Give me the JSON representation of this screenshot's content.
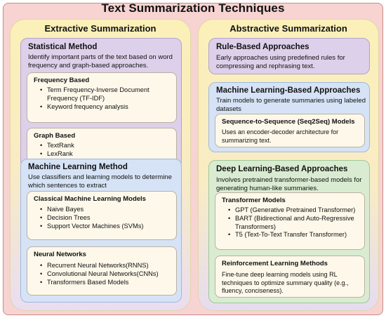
{
  "title": "Text Summarization Techniques",
  "extractive": {
    "title": "Extractive Summarization",
    "statistical": {
      "title": "Statistical Method",
      "desc": "Identify important parts of the text based on word frequency and graph-based approaches.",
      "frequency": {
        "title": "Frequency Based",
        "items": [
          "Term Frequency-Inverse Document Frequency (TF-IDF)",
          "Keyword frequency analysis"
        ]
      },
      "graph": {
        "title": "Graph Based",
        "items": [
          "TextRank",
          "LexRank"
        ]
      }
    },
    "ml": {
      "title": "Machine Learning Method",
      "desc": "Use classifiers and learning models to determine which sentences to extract",
      "classical": {
        "title": "Classical Machine Learning Models",
        "items": [
          "Naive Bayes",
          "Decision Trees",
          "Support Vector Machines (SVMs)"
        ]
      },
      "neural": {
        "title": "Neural Networks",
        "items": [
          "Recurrent Neural Networks(RNNS)",
          "Convolutional Neural Networks(CNNs)",
          "Transformers Based Models"
        ]
      }
    }
  },
  "abstractive": {
    "title": "Abstractive Summarization",
    "rule": {
      "title": "Rule-Based Approaches",
      "desc": "Early approaches using predefined rules for compressing and rephrasing text."
    },
    "ml": {
      "title": "Machine Learning-Based Approaches",
      "desc": "Train models to generate summaries using labeled datasets",
      "seq2seq": {
        "title": "Sequence-to-Sequence (Seq2Seq) Models",
        "desc": "Uses an encoder-decoder architecture for summarizing text."
      }
    },
    "dl": {
      "title": "Deep Learning-Based Approaches",
      "desc": "Involves pretrained transformer-based models for generating human-like summaries.",
      "transformer": {
        "title": "Transformer Models",
        "items": [
          "GPT (Generative Pretrained Transformer)",
          "BART (Bidirectional and Auto-Regressive Transformers)",
          "T5 (Text-To-Text Transfer Transformer)"
        ]
      },
      "rl": {
        "title": "Reinforcement Learning Methods",
        "desc": "Fine-tune deep learning models using RL techniques to optimize summary quality (e.g., fluency, conciseness)."
      }
    }
  }
}
